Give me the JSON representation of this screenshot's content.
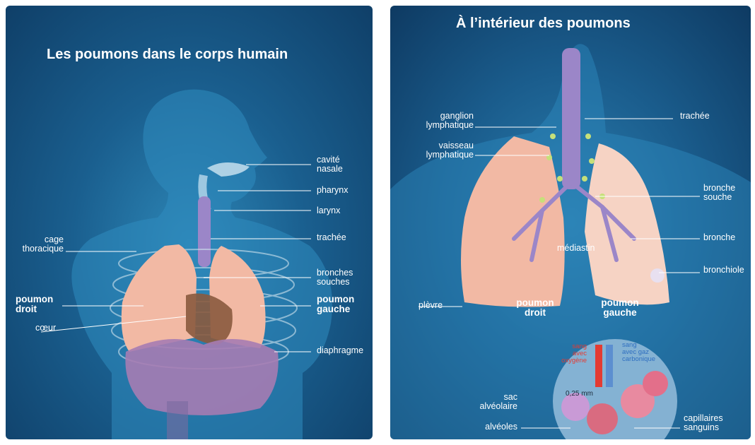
{
  "left": {
    "title": "Les poumons dans le corps humain",
    "labels": {
      "cavite_nasale": "cavité\nnasale",
      "pharynx": "pharynx",
      "larynx": "larynx",
      "trachee": "trachée",
      "cage_thoracique": "cage\nthoracique",
      "bronches_souches": "bronches\nsouches",
      "poumon_droit": "poumon\ndroit",
      "poumon_gauche": "poumon\ngauche",
      "coeur": "cœur",
      "diaphragme": "diaphragme"
    }
  },
  "right": {
    "title": "À l’intérieur des poumons",
    "labels": {
      "ganglion_lymphatique": "ganglion\nlymphatique",
      "trachee": "trachée",
      "vaisseau_lymphatique": "vaisseau\nlymphatique",
      "bronche_souche": "bronche\nsouche",
      "bronche": "bronche",
      "mediastin": "médiastin",
      "bronchiole": "bronchiole",
      "plevre": "plèvre",
      "poumon_droit": "poumon\ndroit",
      "poumon_gauche": "poumon\ngauche",
      "sang_oxygene": "sang\navec\noxygène",
      "sang_gaz": "sang\navec gaz\ncarbonique",
      "scale": "0,25 mm",
      "sac_alveolaire": "sac\nalvéolaire",
      "alveoles": "alvéoles",
      "capillaires_sanguins": "capillaires\nsanguins"
    }
  },
  "colors": {
    "bg_dark": "#0f3f68",
    "lung_pink": "#f2b9a4",
    "lung_light": "#f6d3c4",
    "bronchi_purple": "#9b86c8",
    "diaphragm_purple": "#a67cb3",
    "heart_brown": "#8a5a3e",
    "lymph_green": "#c6e07a"
  }
}
